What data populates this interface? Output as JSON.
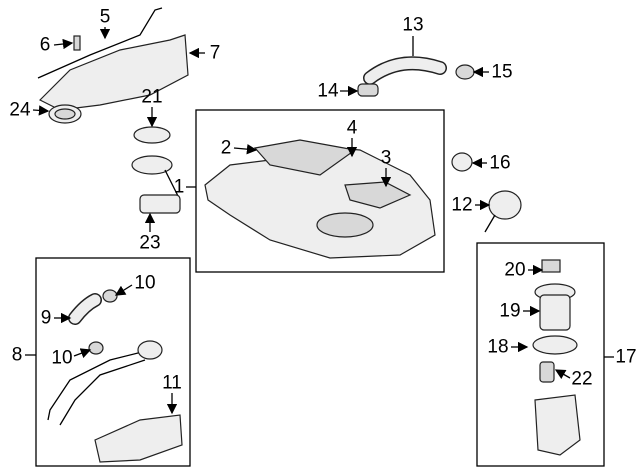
{
  "callouts": [
    {
      "id": "c5",
      "text": "5"
    },
    {
      "id": "c6",
      "text": "6"
    },
    {
      "id": "c7",
      "text": "7"
    },
    {
      "id": "c24",
      "text": "24"
    },
    {
      "id": "c21",
      "text": "21"
    },
    {
      "id": "c1",
      "text": "1"
    },
    {
      "id": "c23",
      "text": "23"
    },
    {
      "id": "c2",
      "text": "2"
    },
    {
      "id": "c4",
      "text": "4"
    },
    {
      "id": "c3",
      "text": "3"
    },
    {
      "id": "c13",
      "text": "13"
    },
    {
      "id": "c14",
      "text": "14"
    },
    {
      "id": "c15",
      "text": "15"
    },
    {
      "id": "c16",
      "text": "16"
    },
    {
      "id": "c12",
      "text": "12"
    },
    {
      "id": "c10a",
      "text": "10"
    },
    {
      "id": "c9",
      "text": "9"
    },
    {
      "id": "c8",
      "text": "8"
    },
    {
      "id": "c10b",
      "text": "10"
    },
    {
      "id": "c11",
      "text": "11"
    },
    {
      "id": "c20",
      "text": "20"
    },
    {
      "id": "c19",
      "text": "19"
    },
    {
      "id": "c18",
      "text": "18"
    },
    {
      "id": "c22",
      "text": "22"
    },
    {
      "id": "c17",
      "text": "17"
    }
  ]
}
